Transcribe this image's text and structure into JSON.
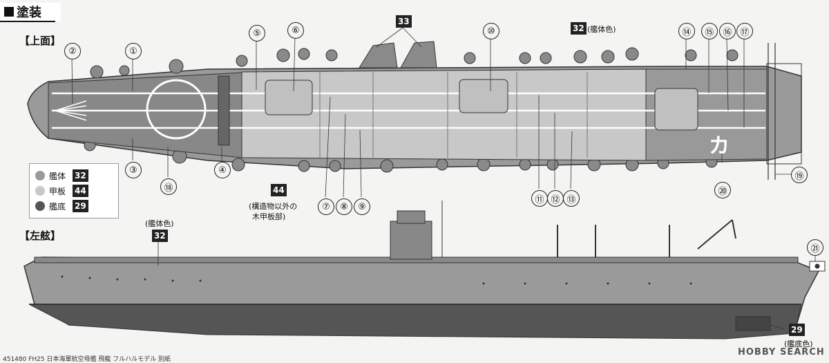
{
  "header": {
    "title": "塗装"
  },
  "top_view": {
    "label": "【上面】"
  },
  "side_view": {
    "label": "【左舷】"
  },
  "callouts": [
    "①",
    "②",
    "③",
    "④",
    "⑤",
    "⑥",
    "⑦",
    "⑧",
    "⑨",
    "⑩",
    "⑪",
    "⑫",
    "⑬",
    "⑭",
    "⑮",
    "⑯",
    "⑰",
    "⑱",
    "⑲",
    "⑳",
    "㉑"
  ],
  "legend": [
    {
      "label": "艦体",
      "code": "32",
      "color": "#9a9a9a"
    },
    {
      "label": "甲板",
      "code": "44",
      "color": "#c8c8c8"
    },
    {
      "label": "艦底",
      "code": "29",
      "color": "#555555"
    }
  ],
  "color_refs": {
    "top_33": "33",
    "top_32": "32",
    "top_32_note": "(艦体色)",
    "top_44": "44",
    "top_44_note_1": "(構造物以外の",
    "top_44_note_2": "木甲板部)",
    "side_32_note": "(艦体色)",
    "side_32": "32",
    "side_29": "29",
    "side_29_note": "(艦底色)"
  },
  "deck_marking": "カ",
  "footer": {
    "text": "451480 FH25 日本海軍航空母艦 飛龍 フルハルモデル 別紙"
  },
  "watermark": {
    "text": "HOBBY SEARCH"
  }
}
